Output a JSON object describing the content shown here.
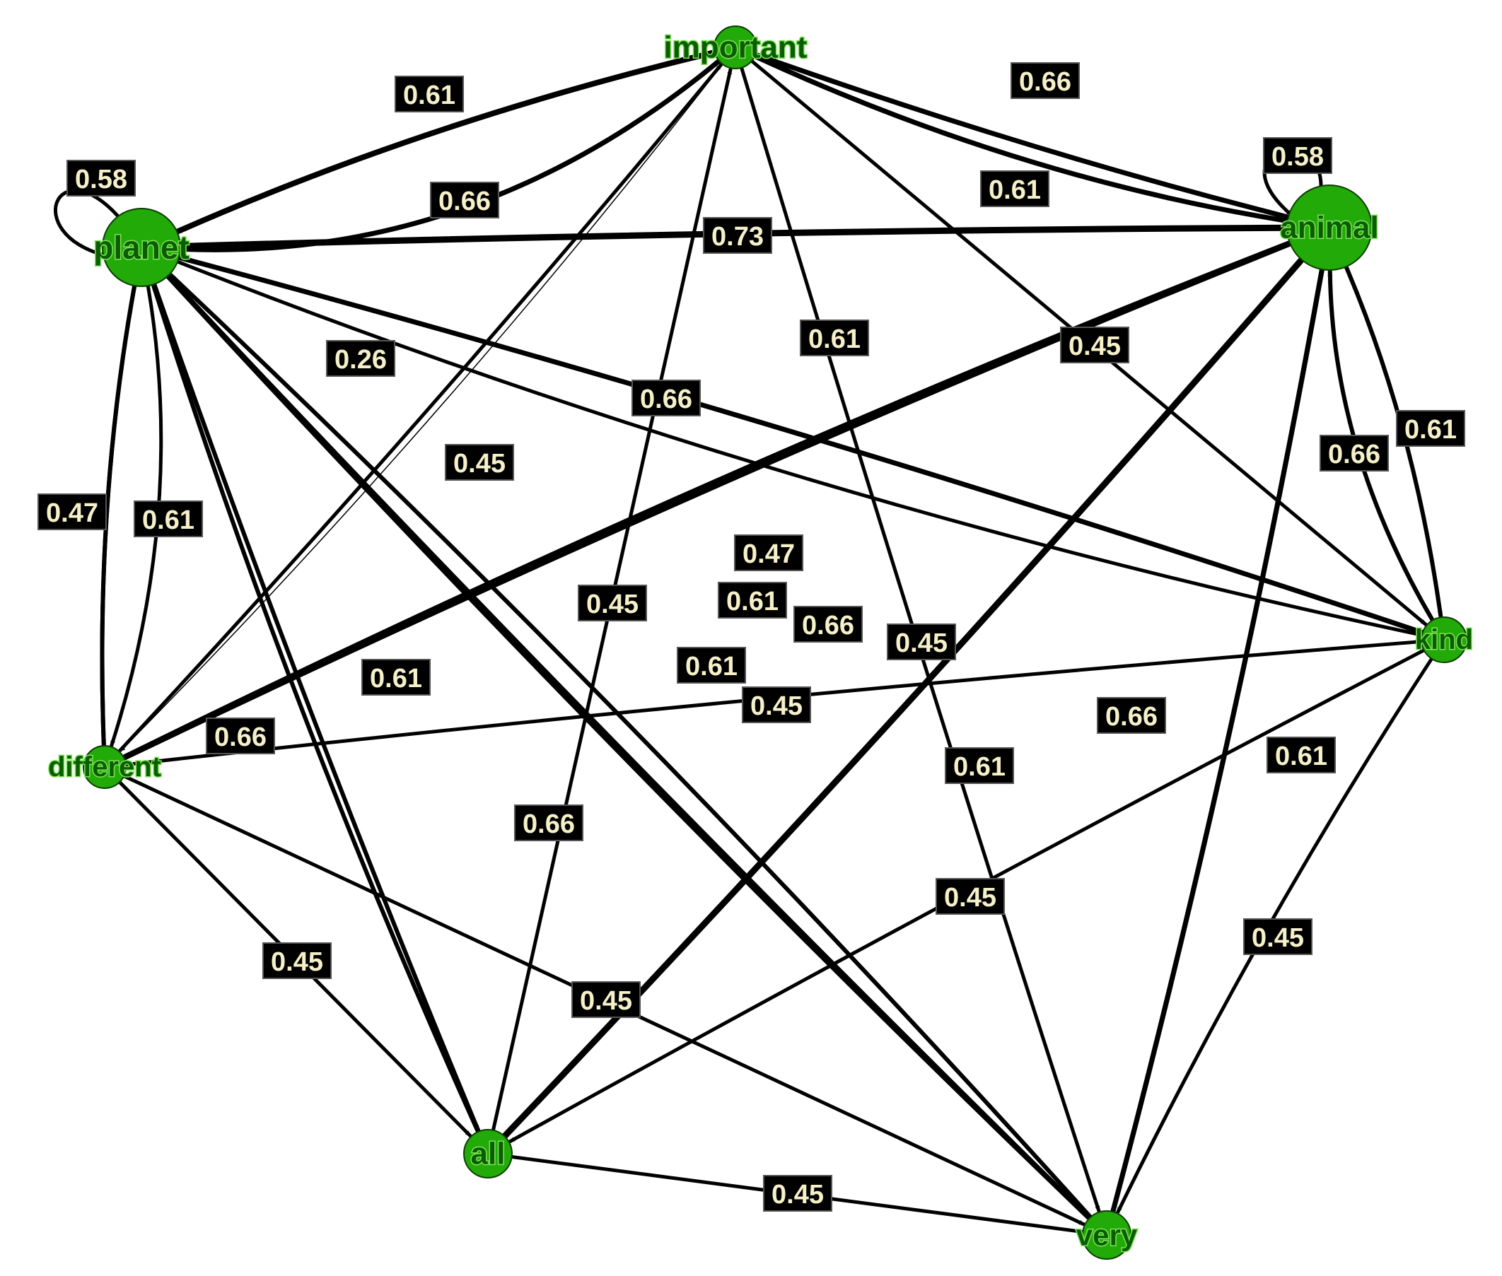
{
  "graph": {
    "type": "directed-weighted-word-graph",
    "colors": {
      "node": "#22aa08",
      "label_text": "#0a5d00",
      "edge": "#000000",
      "edge_label_bg": "#000000",
      "edge_label_text": "#f5f0c8"
    },
    "nodes": [
      {
        "id": "important",
        "label": "important"
      },
      {
        "id": "planet",
        "label": "planet"
      },
      {
        "id": "animal",
        "label": "animal"
      },
      {
        "id": "different",
        "label": "different"
      },
      {
        "id": "kind",
        "label": "kind"
      },
      {
        "id": "all",
        "label": "all"
      },
      {
        "id": "very",
        "label": "very"
      }
    ],
    "edges": [
      {
        "from": "important",
        "to": "planet",
        "weight": "0.61"
      },
      {
        "from": "animal",
        "to": "important",
        "weight": "0.66"
      },
      {
        "from": "planet",
        "to": "planet",
        "weight": "0.58"
      },
      {
        "from": "animal",
        "to": "animal",
        "weight": "0.58"
      },
      {
        "from": "planet",
        "to": "important",
        "weight": "0.66"
      },
      {
        "from": "important",
        "to": "animal",
        "weight": "0.61"
      },
      {
        "from": "animal",
        "to": "planet",
        "weight": "0.73"
      },
      {
        "from": "planet",
        "to": "kind",
        "weight": "0.61"
      },
      {
        "from": "important",
        "to": "kind",
        "weight": "0.45"
      },
      {
        "from": "animal",
        "to": "different",
        "weight": "0.66"
      },
      {
        "from": "very",
        "to": "planet",
        "weight": "0.26"
      },
      {
        "from": "different",
        "to": "important",
        "weight": "0.45"
      },
      {
        "from": "planet",
        "to": "different",
        "weight": "0.47"
      },
      {
        "from": "planet",
        "to": "different",
        "weight": "0.61"
      },
      {
        "from": "different",
        "to": "planet",
        "weight": "0.61"
      },
      {
        "from": "important",
        "to": "different",
        "weight": ""
      },
      {
        "from": "planet",
        "to": "kind",
        "weight": "0.47"
      },
      {
        "from": "all",
        "to": "important",
        "weight": "0.45"
      },
      {
        "from": "different",
        "to": "animal",
        "weight": "0.61"
      },
      {
        "from": "all",
        "to": "animal",
        "weight": "0.66"
      },
      {
        "from": "important",
        "to": "very",
        "weight": "0.45"
      },
      {
        "from": "all",
        "to": "planet",
        "weight": "0.61"
      },
      {
        "from": "planet",
        "to": "very",
        "weight": "0.61"
      },
      {
        "from": "different",
        "to": "kind",
        "weight": "0.45"
      },
      {
        "from": "planet",
        "to": "all",
        "weight": "0.66"
      },
      {
        "from": "all",
        "to": "animal",
        "weight": "0.61"
      },
      {
        "from": "very",
        "to": "animal",
        "weight": "0.66"
      },
      {
        "from": "animal",
        "to": "very",
        "weight": "0.66"
      },
      {
        "from": "kind",
        "to": "animal",
        "weight": "0.61"
      },
      {
        "from": "animal",
        "to": "kind",
        "weight": "0.66"
      },
      {
        "from": "very",
        "to": "animal",
        "weight": "0.61"
      },
      {
        "from": "planet",
        "to": "very",
        "weight": "0.66"
      },
      {
        "from": "kind",
        "to": "all",
        "weight": "0.45"
      },
      {
        "from": "kind",
        "to": "very",
        "weight": "0.45"
      },
      {
        "from": "different",
        "to": "all",
        "weight": "0.45"
      },
      {
        "from": "different",
        "to": "very",
        "weight": "0.45"
      },
      {
        "from": "all",
        "to": "very",
        "weight": "0.45"
      }
    ]
  }
}
